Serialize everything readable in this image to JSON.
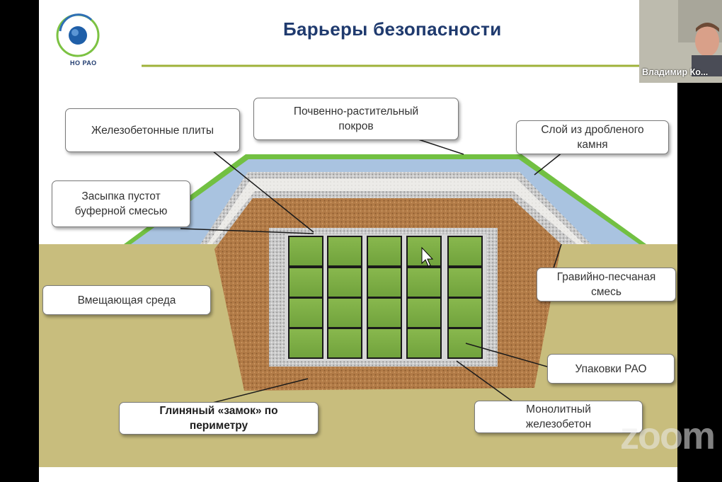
{
  "slide": {
    "title": "Барьеры безопасности",
    "logo_text": "НО РАО"
  },
  "labels": {
    "reinforced_slabs": "Железобетонные плиты",
    "soil_cover": [
      "Почвенно-растительный",
      "покров"
    ],
    "crushed_stone": [
      "Слой из дробленого",
      "камня"
    ],
    "buffer_fill": [
      "Засыпка пустот",
      "буферной смесью"
    ],
    "host_medium": "Вмещающая среда",
    "gravel_sand": [
      "Гравийно-песчаная",
      "смесь"
    ],
    "rao_packages": "Упаковки РАО",
    "clay_lock": [
      "Глиняный «замок» по",
      "периметру"
    ],
    "monolithic_concrete": [
      "Монолитный",
      "железобетон"
    ]
  },
  "video": {
    "participant_name": "Владимир Ко..."
  },
  "watermark": "zoom",
  "colors": {
    "title": "#1f3a6e",
    "ground": "#c8bd7d",
    "gravel_sand": "#b07a45",
    "cell": "#7eae45",
    "soil": "#6cbf3a",
    "clay": "#a9c3e0"
  }
}
